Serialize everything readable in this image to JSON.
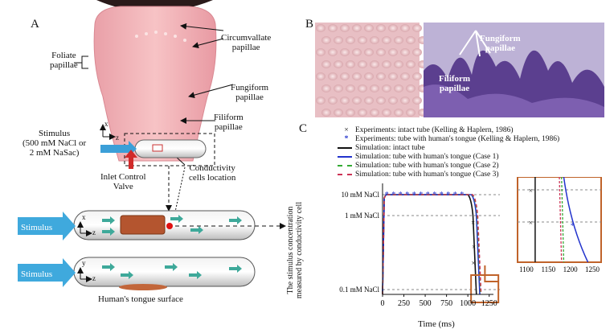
{
  "panels": {
    "a": "A",
    "b": "B",
    "c": "C"
  },
  "panel_a": {
    "circumvallate": [
      "Circumvallate",
      "papillae"
    ],
    "foliate": [
      "Foliate",
      "papillae"
    ],
    "fungiform": [
      "Fungiform",
      "papillae"
    ],
    "filiform": [
      "Filiform",
      "papillae"
    ],
    "stimulus": [
      "Stimulus",
      "(500 mM NaCl or",
      "2 mM NaSac)"
    ],
    "inlet": [
      "Inlet Control",
      "Valve"
    ],
    "conductivity": [
      "Conductivity",
      "cells location"
    ],
    "tube_stimulus_1": "Stimulus",
    "tube_stimulus_2": "Stimulus",
    "tongue_surface": "Human's tongue surface",
    "axes_x": "x",
    "axes_y": "y",
    "axes_z": "z"
  },
  "panel_b": {
    "fungiform": [
      "Fungiform",
      "papillae"
    ],
    "filiform": [
      "Filiform",
      "papillae"
    ]
  },
  "chart_data": {
    "type": "line",
    "xlabel": "Time (ms)",
    "ylabel": [
      "The stimulus concentration",
      "measured by conductivity cell"
    ],
    "xlim": [
      0,
      1300
    ],
    "x_ticks": [
      0,
      250,
      500,
      750,
      1000,
      1250
    ],
    "y_ticks": [
      "10 mM NaCl",
      "1 mM NaCl",
      "0.1 mM NaCl"
    ],
    "legend": [
      {
        "marker": "×",
        "label": "Experiments: intact tube (Kelling & Haplern, 1986)"
      },
      {
        "marker": "*",
        "label": "Experiments: tube with human's tongue (Kelling & Haplern, 1986)"
      },
      {
        "line": "solid-black",
        "label": "Simulation: intact tube"
      },
      {
        "line": "solid-blue",
        "label": "Simulation: tube with human's tongue (Case 1)"
      },
      {
        "line": "dashed-green",
        "label": "Simulation: tube with human's tongue (Case 2)"
      },
      {
        "line": "dashed-red",
        "label": "Simulation: tube with human's tongue (Case 3)"
      }
    ],
    "inset_x_ticks": [
      1100,
      1150,
      1200,
      1250
    ],
    "colors": {
      "intact": "#111111",
      "case1": "#2233cc",
      "case2": "#33aa33",
      "case3": "#cc3355",
      "highlight": "#c0632a"
    }
  }
}
